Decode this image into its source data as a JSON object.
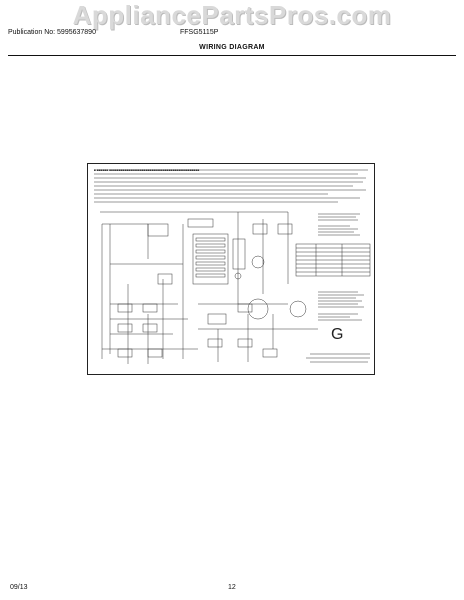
{
  "header": {
    "watermark": "AppliancePartsPros.com",
    "publication": "Publication No: 5995637890",
    "model": "FFSG5115P",
    "title": "WIRING DIAGRAM"
  },
  "footer": {
    "date": "09/13",
    "page": "12"
  },
  "diagram": {
    "letter": "G"
  }
}
